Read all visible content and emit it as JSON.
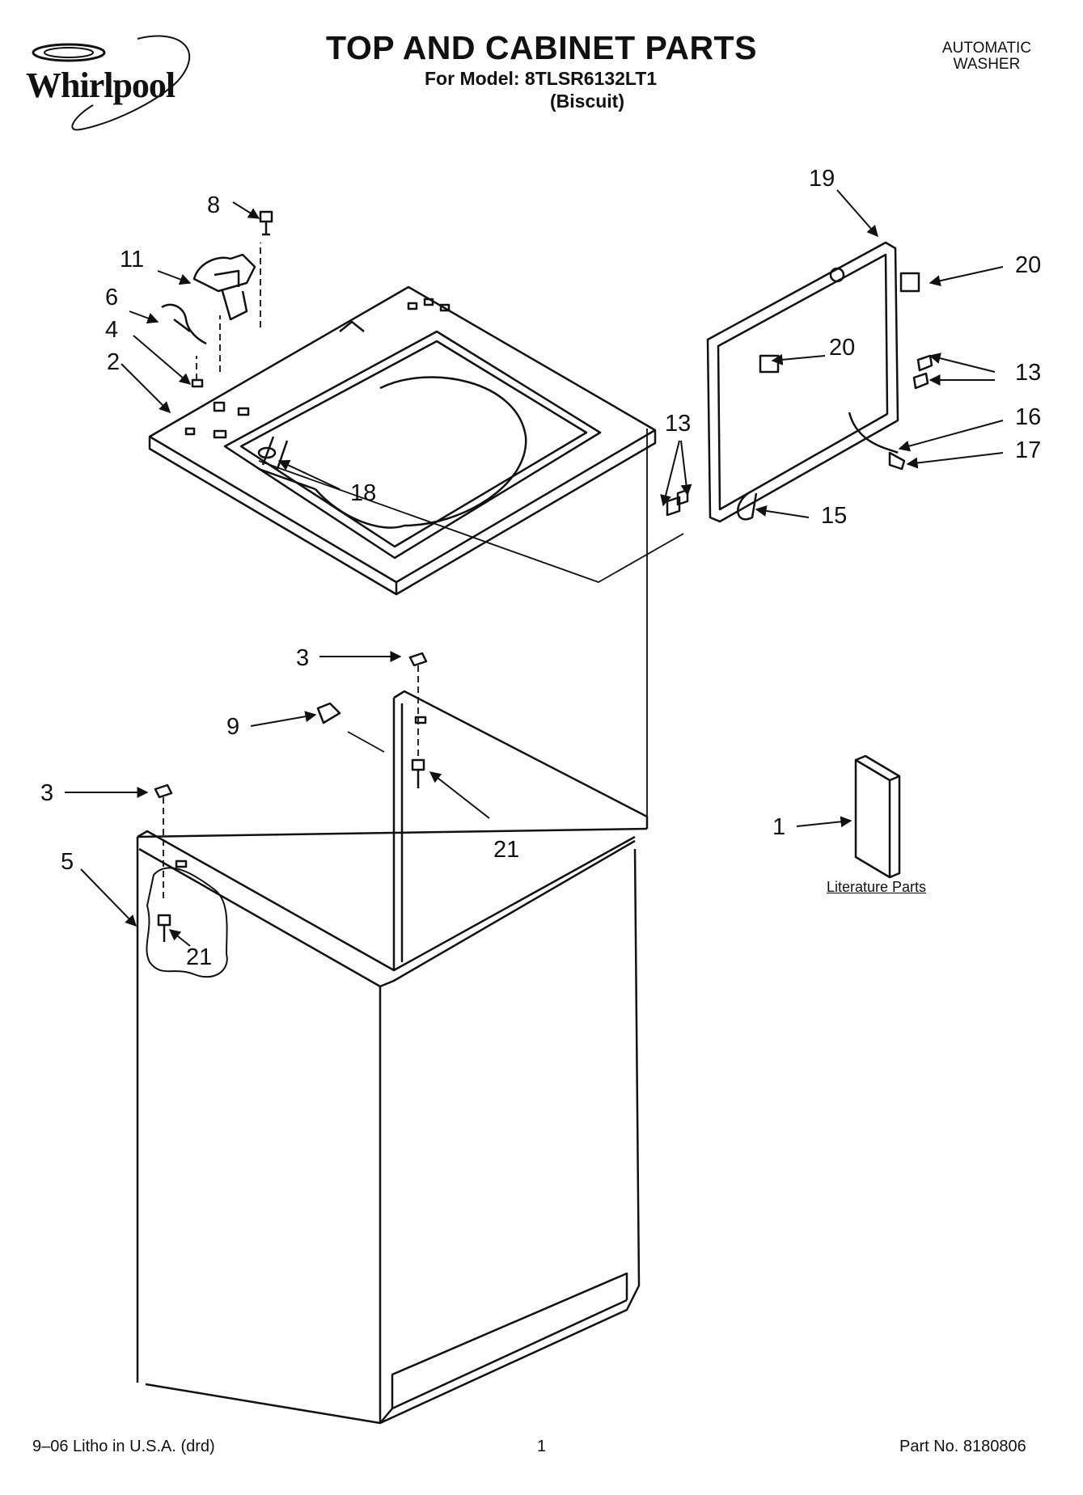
{
  "brand": {
    "logo_text": "Whirlpool"
  },
  "header": {
    "title": "TOP AND CABINET PARTS",
    "model_line": "For Model: 8TLSR6132LT1",
    "color_line": "(Biscuit)",
    "product_line1": "AUTOMATIC",
    "product_line2": "WASHER"
  },
  "callouts": {
    "c8": "8",
    "c11": "11",
    "c6": "6",
    "c4": "4",
    "c2": "2",
    "c18": "18",
    "c19": "19",
    "c20a": "20",
    "c20b": "20",
    "c13a": "13",
    "c13b": "13",
    "c16": "16",
    "c17": "17",
    "c15": "15",
    "c3a": "3",
    "c3b": "3",
    "c9": "9",
    "c21a": "21",
    "c21b": "21",
    "c5": "5",
    "c1": "1"
  },
  "literature": {
    "label": "Literature Parts"
  },
  "footer": {
    "litho": "9–06 Litho in U.S.A. (drd)",
    "page": "1",
    "part_no": "Part No. 8180806"
  }
}
